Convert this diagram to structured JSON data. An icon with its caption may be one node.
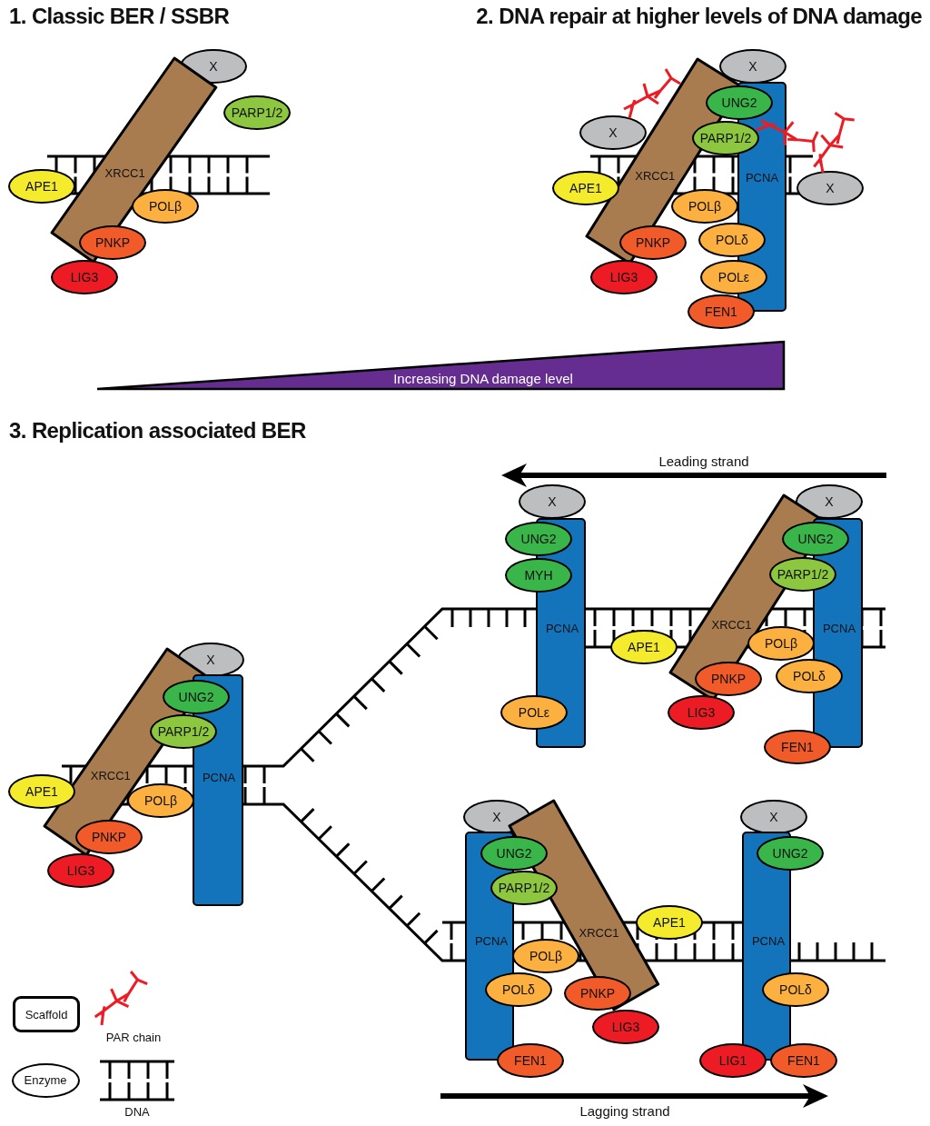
{
  "diagram": {
    "nodes": [
      {
        "text": [
          "X"
        ]
      },
      {
        "text": [
          "XRCC1"
        ]
      },
      {
        "text": [
          "PARP1/2"
        ]
      },
      {
        "text": [
          "APE1"
        ]
      },
      {
        "text": [
          "POLβ"
        ]
      },
      {
        "text": [
          "PNKP"
        ]
      },
      {
        "text": [
          "LIG3"
        ]
      },
      {
        "text": [
          "X"
        ]
      },
      {
        "text": [
          "XRCC1"
        ]
      },
      {
        "text": [
          "UNG2"
        ]
      },
      {
        "text": [
          "PCNA"
        ]
      },
      {
        "text": [
          "X"
        ]
      },
      {
        "text": [
          "PARP1/2"
        ]
      },
      {
        "text": [
          "APE1"
        ]
      },
      {
        "text": [
          "X"
        ]
      },
      {
        "text": [
          "POLβ"
        ]
      },
      {
        "text": [
          "PNKP"
        ]
      },
      {
        "text": [
          "POLδ"
        ]
      },
      {
        "text": [
          "LIG3"
        ]
      },
      {
        "text": [
          "POLε"
        ]
      },
      {
        "text": [
          "FEN1"
        ]
      },
      {
        "text": [
          "X"
        ]
      },
      {
        "text": [
          "XRCC1"
        ]
      },
      {
        "text": [
          "UNG2"
        ]
      },
      {
        "text": [
          "PCNA"
        ]
      },
      {
        "text": [
          "PARP1/2"
        ]
      },
      {
        "text": [
          "APE1"
        ]
      },
      {
        "text": [
          "POLβ"
        ]
      },
      {
        "text": [
          "PNKP"
        ]
      },
      {
        "text": [
          "LIG3"
        ]
      },
      {
        "text": [
          "X"
        ]
      },
      {
        "text": [
          "X"
        ]
      },
      {
        "text": [
          "XRCC1"
        ]
      },
      {
        "text": [
          "UNG2"
        ]
      },
      {
        "text": [
          "PCNA"
        ]
      },
      {
        "text": [
          "UNG2"
        ]
      },
      {
        "text": [
          "PCNA"
        ]
      },
      {
        "text": [
          "MYH"
        ]
      },
      {
        "text": [
          "PARP1/2"
        ]
      },
      {
        "text": [
          "APE1"
        ]
      },
      {
        "text": [
          "POLβ"
        ]
      },
      {
        "text": [
          "PNKP"
        ]
      },
      {
        "text": [
          "POLδ"
        ]
      },
      {
        "text": [
          "POLε"
        ]
      },
      {
        "text": [
          "LIG3"
        ]
      },
      {
        "text": [
          "FEN1"
        ]
      },
      {
        "text": [
          "X"
        ]
      },
      {
        "text": [
          "PCNA"
        ]
      },
      {
        "text": [
          "XRCC1"
        ]
      },
      {
        "text": [
          "X"
        ]
      },
      {
        "text": [
          "PCNA"
        ]
      },
      {
        "text": [
          "UNG2"
        ]
      },
      {
        "text": [
          "UNG2"
        ]
      },
      {
        "text": [
          "PARP1/2"
        ]
      },
      {
        "text": [
          "APE1"
        ]
      },
      {
        "text": [
          "POLβ"
        ]
      },
      {
        "text": [
          "POLδ"
        ]
      },
      {
        "text": [
          "PNKP"
        ]
      },
      {
        "text": [
          "POLδ"
        ]
      },
      {
        "text": [
          "LIG3"
        ]
      },
      {
        "text": [
          "FEN1"
        ]
      },
      {
        "text": [
          "LIG1"
        ]
      },
      {
        "text": [
          "FEN1"
        ]
      }
    ],
    "labels": [
      "1. Classic BER / SSBR",
      "2. DNA repair at higher levels of DNA damage",
      "Increasing DNA damage level",
      "3. Replication associated BER",
      "Leading strand",
      "Lagging strand"
    ],
    "legend": [
      {
        "text": "Scaffold"
      },
      {
        "text": "Enzyme"
      },
      {
        "text": "PAR chain"
      },
      {
        "text": "DNA"
      }
    ]
  }
}
